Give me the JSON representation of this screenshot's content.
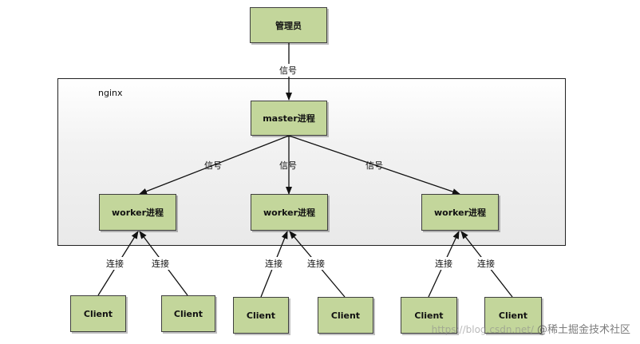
{
  "diagram": {
    "admin_label": "管理员",
    "signal_label": "信号",
    "nginx_label": "nginx",
    "master_label": "master进程",
    "workers": [
      {
        "label": "worker进程"
      },
      {
        "label": "worker进程"
      },
      {
        "label": "worker进程"
      }
    ],
    "connect_label": "连接",
    "clients": [
      {
        "label": "Client"
      },
      {
        "label": "Client"
      },
      {
        "label": "Client"
      },
      {
        "label": "Client"
      },
      {
        "label": "Client"
      },
      {
        "label": "Client"
      }
    ]
  },
  "watermark": {
    "site": "https://blog.csdn.net/",
    "text": "@稀土掘金技术社区"
  },
  "colors": {
    "box_fill": "#c3d69b",
    "box_border": "#3f3f3f",
    "frame_border": "#222222"
  }
}
